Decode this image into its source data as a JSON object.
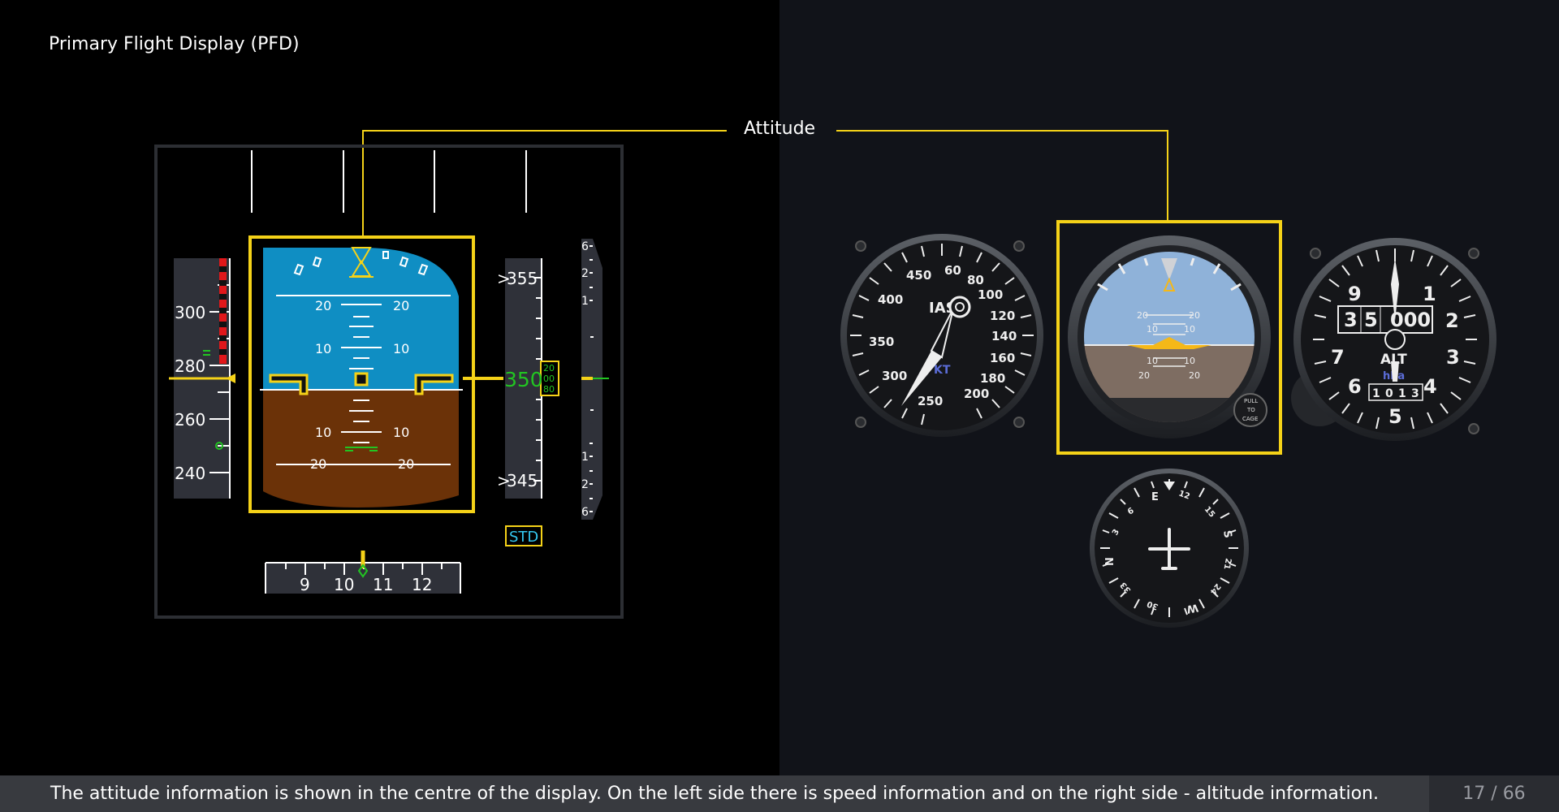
{
  "header": {
    "title": "Primary Flight Display (PFD)"
  },
  "callout": {
    "label": "Attitude"
  },
  "footer": {
    "caption": "The attitude information is shown in the centre of the display. On the left side there is speed information and on the right side - altitude information.",
    "page": "17 / 66"
  },
  "pfd": {
    "speed_ticks": [
      "300",
      "280",
      "260",
      "240"
    ],
    "pitch_labels": {
      "up20": "20",
      "up10": "10",
      "down10": "10",
      "down20": "20"
    },
    "altitude_top": "355",
    "altitude_bottom": "345",
    "altitude_current": "350",
    "altitude_drum": [
      "20",
      "00",
      "80"
    ],
    "vs_top": [
      "6",
      "2",
      "1"
    ],
    "vs_bottom": [
      "1",
      "2",
      "6"
    ],
    "baro_mode": "STD",
    "heading_ticks": [
      "9",
      "10",
      "11",
      "12"
    ]
  },
  "analog": {
    "airspeed": {
      "labels": [
        "450",
        "60",
        "80",
        "100",
        "120",
        "140",
        "160",
        "180",
        "200",
        "250",
        "300",
        "350",
        "400"
      ],
      "center": "IAS",
      "unit": "KT"
    },
    "attitude": {
      "pitch": [
        "20",
        "10",
        "10",
        "20"
      ],
      "cage_label": [
        "PULL",
        "TO",
        "CAGE"
      ]
    },
    "altimeter": {
      "numerals": [
        "9",
        "1",
        "2",
        "3",
        "4",
        "5",
        "6",
        "7"
      ],
      "drum": [
        "3",
        "5",
        "000"
      ],
      "label": "ALT",
      "unit": "hPa",
      "baro": [
        "1",
        "0",
        "1",
        "3"
      ]
    },
    "heading": {
      "labels": [
        "N",
        "3",
        "6",
        "E",
        "12",
        "15",
        "S",
        "21",
        "24",
        "W",
        "30",
        "33"
      ]
    }
  },
  "colors": {
    "sky": "#0f8ec3",
    "ground": "#6b3208",
    "highlight": "#f5d218",
    "pfd_green": "#22c422",
    "analog_sky": "#8fb2d9",
    "analog_ground": "#7e6d62"
  }
}
